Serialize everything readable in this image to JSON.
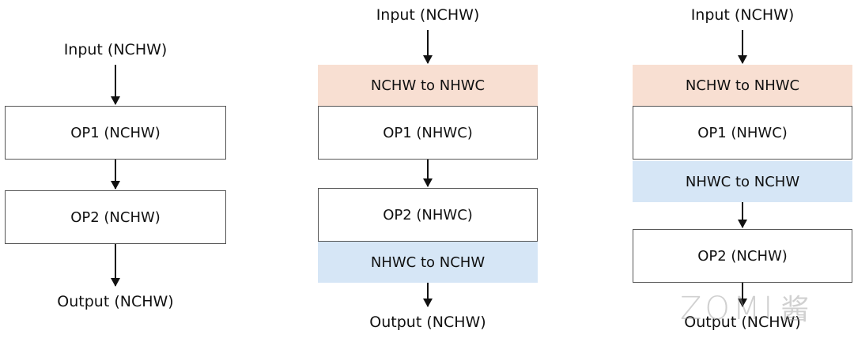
{
  "diagram_1": {
    "input": "Input (NCHW)",
    "op1": "OP1 (NCHW)",
    "op2": "OP2 (NCHW)",
    "output": "Output (NCHW)"
  },
  "diagram_2": {
    "input": "Input (NCHW)",
    "to_nhwc": "NCHW to NHWC",
    "op1": "OP1 (NHWC)",
    "op2": "OP2 (NHWC)",
    "to_nchw": "NHWC to NCHW",
    "output": "Output (NCHW)"
  },
  "diagram_3": {
    "input": "Input (NCHW)",
    "to_nhwc": "NCHW to NHWC",
    "op1": "OP1 (NHWC)",
    "to_nchw": "NHWC to NCHW",
    "op2": "OP2 (NCHW)",
    "output": "Output (NCHW)"
  },
  "watermark": {
    "text": "ZOMI",
    "glyph": "酱"
  },
  "colors": {
    "to_nhwc_fill": "#f8dfd2",
    "to_nchw_fill": "#d6e6f6",
    "op_border": "#555555"
  }
}
